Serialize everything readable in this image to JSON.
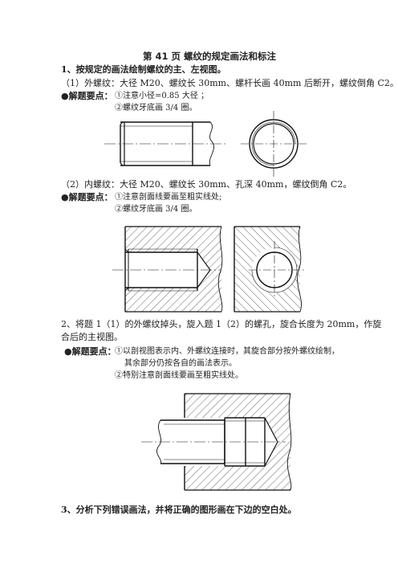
{
  "page_title": "第 41 页    螺纹的规定画法和标注",
  "q1": {
    "heading": "1、按规定的画法绘制螺纹的主、左视图。",
    "sub1": {
      "prompt": "（1）外螺纹：大径 M20、螺纹长 30mm、螺杆长画 40mm 后断开，螺纹倒角 C2。",
      "key_label": "●解题要点：",
      "point1": "①注意小径=0.85 大径 ；",
      "point2": "②螺纹牙底画 3/4 圈。"
    },
    "sub2": {
      "prompt": "（2）内螺纹：大径 M20、螺纹长 30mm、孔深 40mm，螺纹倒角 C2。",
      "key_label": "●解题要点：",
      "point1": "①注意剖面线要画至粗实线处;",
      "point2": "②螺纹牙底画 3/4 圈。"
    }
  },
  "q2": {
    "heading_line1": "2、将题 1（1）的外螺纹掉头，旋入题 1（2）的螺孔，旋合长度为 20mm，作旋",
    "heading_line2": "合后的主视图。",
    "key_label": "●解题要点：",
    "point1": "①以剖视图表示内、外螺纹连接时，其旋合部分按外螺纹绘制，",
    "point1_cont": "其余部分仍按各自的画法表示。",
    "point2": "②特别注意剖面线要画至粗实线处。"
  },
  "q3": {
    "heading": "3、分析下列错误画法，并将正确的图形画在下边的空白处。"
  }
}
